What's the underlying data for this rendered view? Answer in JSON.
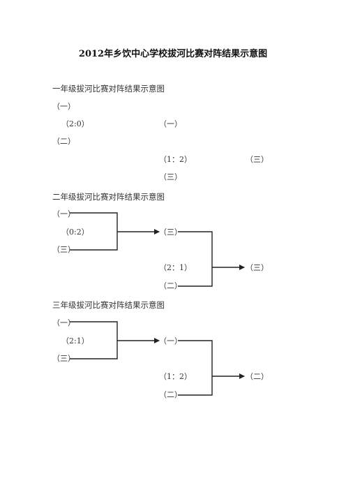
{
  "title": "2012年乡饮中心学校拔河比赛对阵结果示意图",
  "sections": [
    {
      "heading": "一年级拔河比赛对阵结果示意图",
      "team_a": "（一）",
      "team_b": "（二）",
      "score1": "（2:0）",
      "winner1": "（一）",
      "score2": "（1：2）",
      "opponent2": "（三）",
      "champion": "（三）"
    },
    {
      "heading": "二年级拔河比赛对阵结果示意图",
      "team_a": "（一）",
      "team_b": "（三）",
      "score1": "（0:2）",
      "winner1": "（三）",
      "score2": "（2：1）",
      "opponent2": "（二）",
      "champion": "（三）"
    },
    {
      "heading": "三年级拔河比赛对阵结果示意图",
      "team_a": "（一）",
      "team_b": "（三）",
      "score1": "（2:1）",
      "winner1": "（一）",
      "score2": "（1：2）",
      "opponent2": "（二）",
      "champion": "（二）"
    }
  ]
}
